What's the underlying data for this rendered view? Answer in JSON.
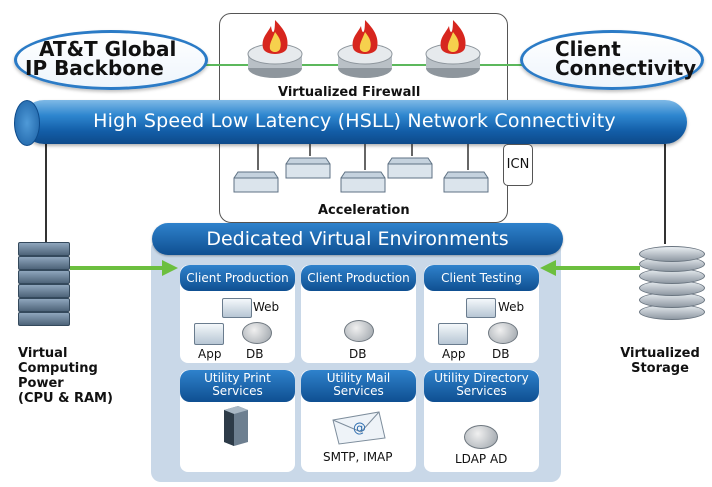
{
  "bubbles": {
    "left": "AT&T Global IP Backbone",
    "left_line1": "AT&T Global",
    "left_line2": "IP Backbone",
    "right_line1": "Client",
    "right_line2": "Connectivity"
  },
  "firewall": {
    "label": "Virtualized Firewall",
    "count": 3
  },
  "pipe": {
    "label": "High Speed Low Latency (HSLL) Network Connectivity"
  },
  "icn": "ICN",
  "acceleration": {
    "label": "Acceleration"
  },
  "environments": {
    "title": "Dedicated Virtual Environments",
    "cards": [
      {
        "title": "Client Production",
        "web": "Web",
        "app": "App",
        "db": "DB"
      },
      {
        "title": "Client Production",
        "db": "DB"
      },
      {
        "title": "Client Testing",
        "web": "Web",
        "app": "App",
        "db": "DB"
      },
      {
        "title_line1": "Utility Print",
        "title_line2": "Services"
      },
      {
        "title_line1": "Utility Mail",
        "title_line2": "Services",
        "caption": "SMTP, IMAP"
      },
      {
        "title_line1": "Utility Directory",
        "title_line2": "Services",
        "caption": "LDAP AD"
      }
    ]
  },
  "left_side": {
    "line1": "Virtual",
    "line2": "Computing",
    "line3": "Power",
    "line4": "(CPU & RAM)"
  },
  "right_side": {
    "line1": "Virtualized",
    "line2": "Storage"
  },
  "colors": {
    "accent_blue": "#1565b0",
    "link_green": "#5cb85c",
    "env_bg": "#c9d8e8"
  }
}
